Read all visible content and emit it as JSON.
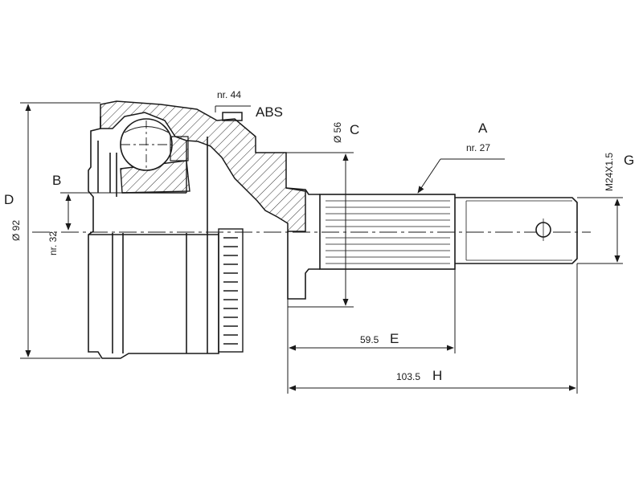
{
  "labels": {
    "d": "D",
    "d_dim": "Ø 92",
    "b": "B",
    "b_dim": "nr. 32",
    "abs": "ABS",
    "abs_dim": "nr. 44",
    "c": "C",
    "c_dim": "Ø 56",
    "a": "A",
    "a_dim": "nr. 27",
    "g": "G",
    "g_dim": "M24X1.5",
    "e": "E",
    "e_dim": "59.5",
    "h": "H",
    "h_dim": "103.5"
  },
  "colors": {
    "line": "#1a1a1a",
    "background": "#ffffff"
  }
}
